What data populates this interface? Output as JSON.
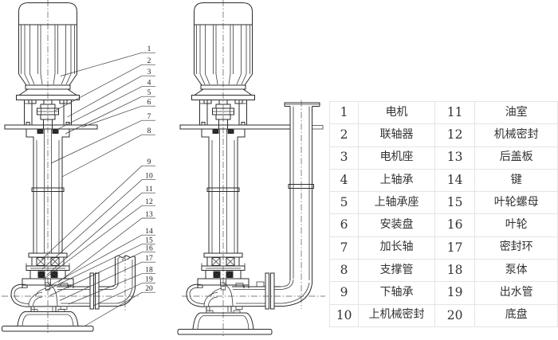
{
  "diagram": {
    "callouts": [
      "1",
      "2",
      "3",
      "4",
      "5",
      "6",
      "7",
      "8",
      "9",
      "10",
      "11",
      "12",
      "13",
      "14",
      "15",
      "16",
      "17",
      "18",
      "19",
      "20"
    ]
  },
  "parts_table": {
    "rows": [
      [
        "1",
        "电机",
        "11",
        "油室"
      ],
      [
        "2",
        "联轴器",
        "12",
        "机械密封"
      ],
      [
        "3",
        "电机座",
        "13",
        "后盖板"
      ],
      [
        "4",
        "上轴承",
        "14",
        "键"
      ],
      [
        "5",
        "上轴承座",
        "15",
        "叶轮螺母"
      ],
      [
        "6",
        "安装盘",
        "16",
        "叶轮"
      ],
      [
        "7",
        "加长轴",
        "17",
        "密封环"
      ],
      [
        "8",
        "支撑管",
        "18",
        "泵体"
      ],
      [
        "9",
        "下轴承",
        "19",
        "出水管"
      ],
      [
        "10",
        "上机械密封",
        "20",
        "底盘"
      ]
    ]
  },
  "colors": {
    "line": "#2b2b2b",
    "table_border": "#e4e4e4",
    "table_text": "#333333",
    "background": "#ffffff"
  }
}
